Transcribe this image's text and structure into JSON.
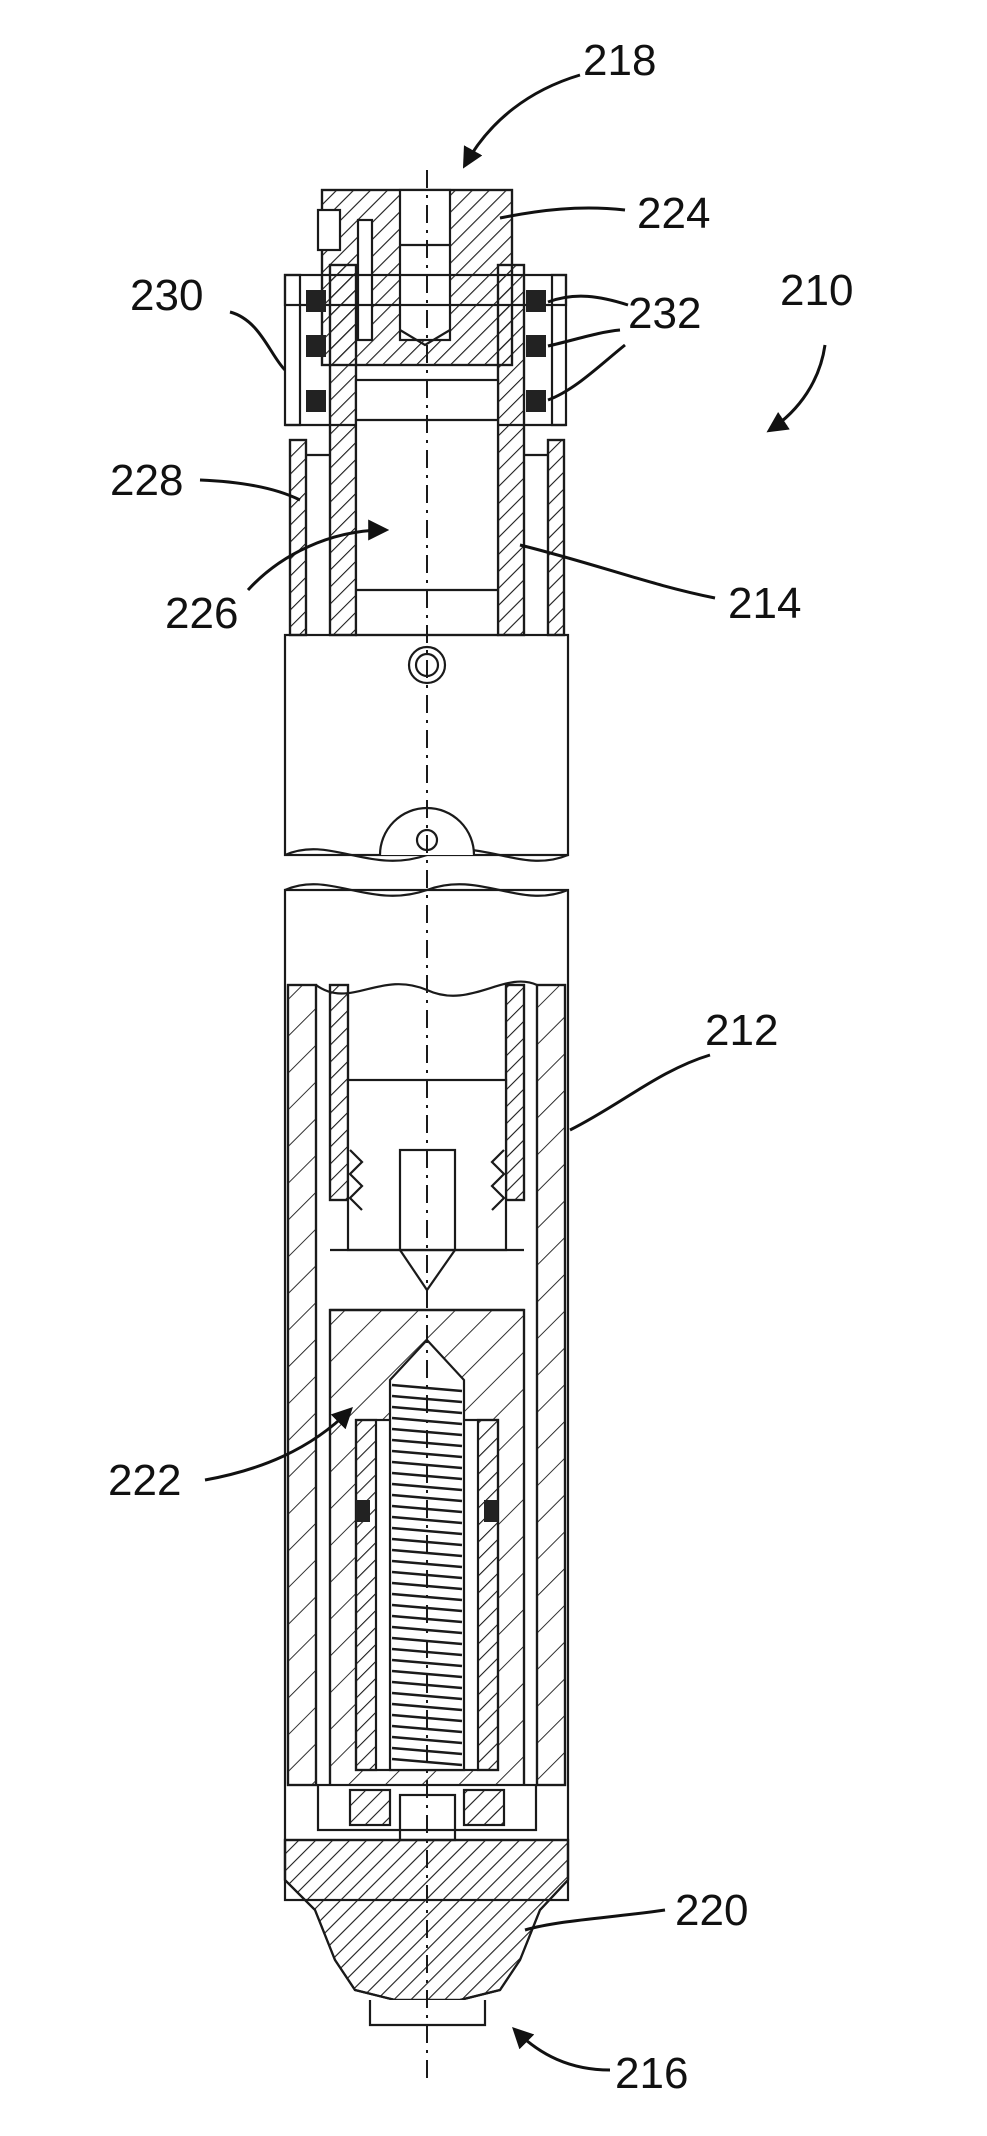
{
  "figure": {
    "labels": {
      "l210": "210",
      "l212": "212",
      "l214": "214",
      "l216": "216",
      "l218": "218",
      "l220": "220",
      "l222": "222",
      "l224": "224",
      "l226": "226",
      "l228": "228",
      "l230": "230",
      "l232": "232"
    }
  }
}
